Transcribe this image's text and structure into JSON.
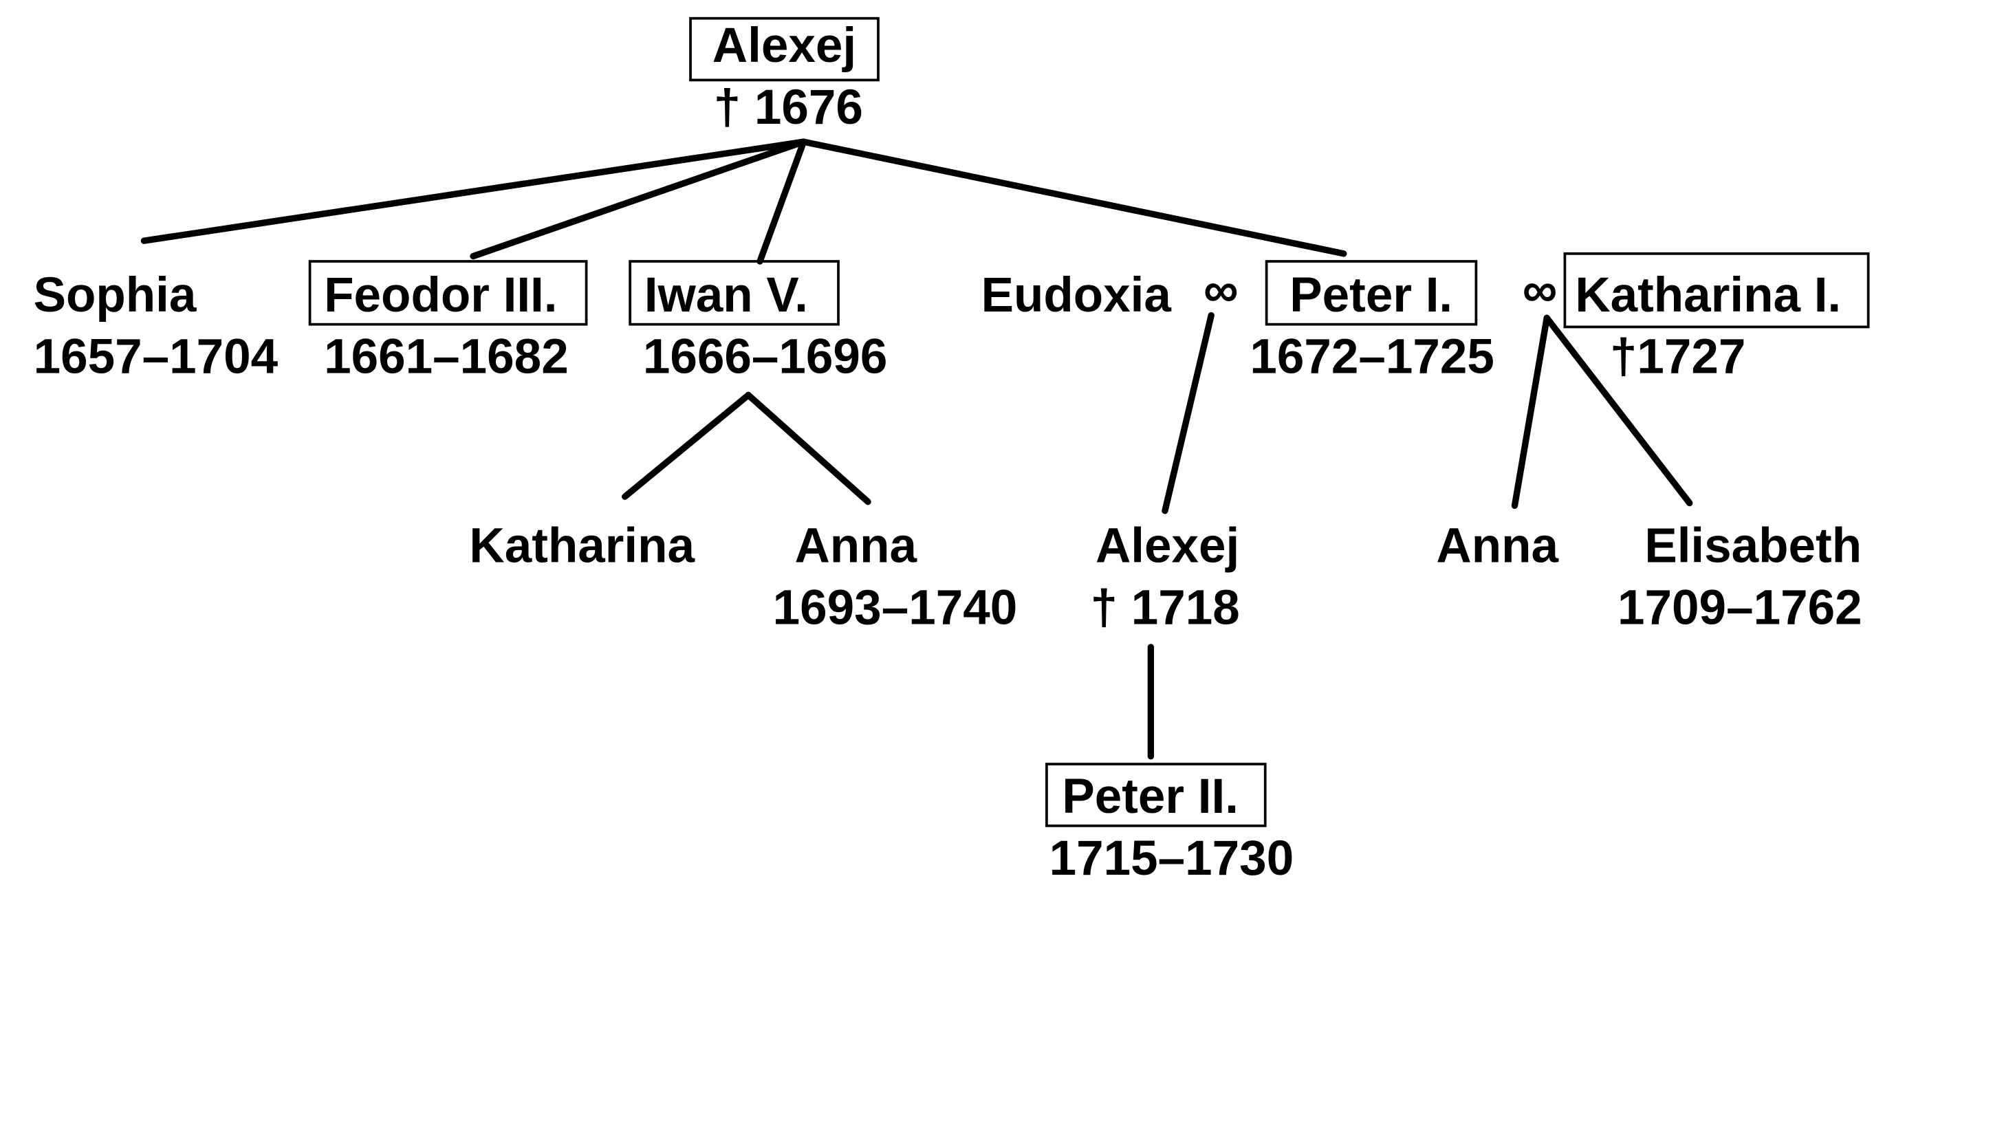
{
  "people": {
    "alexej_root": {
      "name": "Alexej",
      "dates": "† 1676"
    },
    "sophia": {
      "name": "Sophia",
      "dates": "1657–1704"
    },
    "feodor": {
      "name": "Feodor III.",
      "dates": "1661–1682"
    },
    "iwan": {
      "name": "Iwan V.",
      "dates": "1666–1696"
    },
    "eudoxia": {
      "name": "Eudoxia"
    },
    "peter1": {
      "name": "Peter I.",
      "dates": "1672–1725"
    },
    "katharina1": {
      "name": "Katharina I.",
      "dates": "†1727"
    },
    "katharina": {
      "name": "Katharina"
    },
    "anna_iwan": {
      "name": "Anna",
      "dates": "1693–1740"
    },
    "alexej_son": {
      "name": "Alexej",
      "dates": "† 1718"
    },
    "anna_peter": {
      "name": "Anna"
    },
    "elisabeth": {
      "name": "Elisabeth",
      "dates": "1709–1762"
    },
    "peter2": {
      "name": "Peter II.",
      "dates": "1715–1730"
    }
  },
  "marriage_symbol": "∞"
}
